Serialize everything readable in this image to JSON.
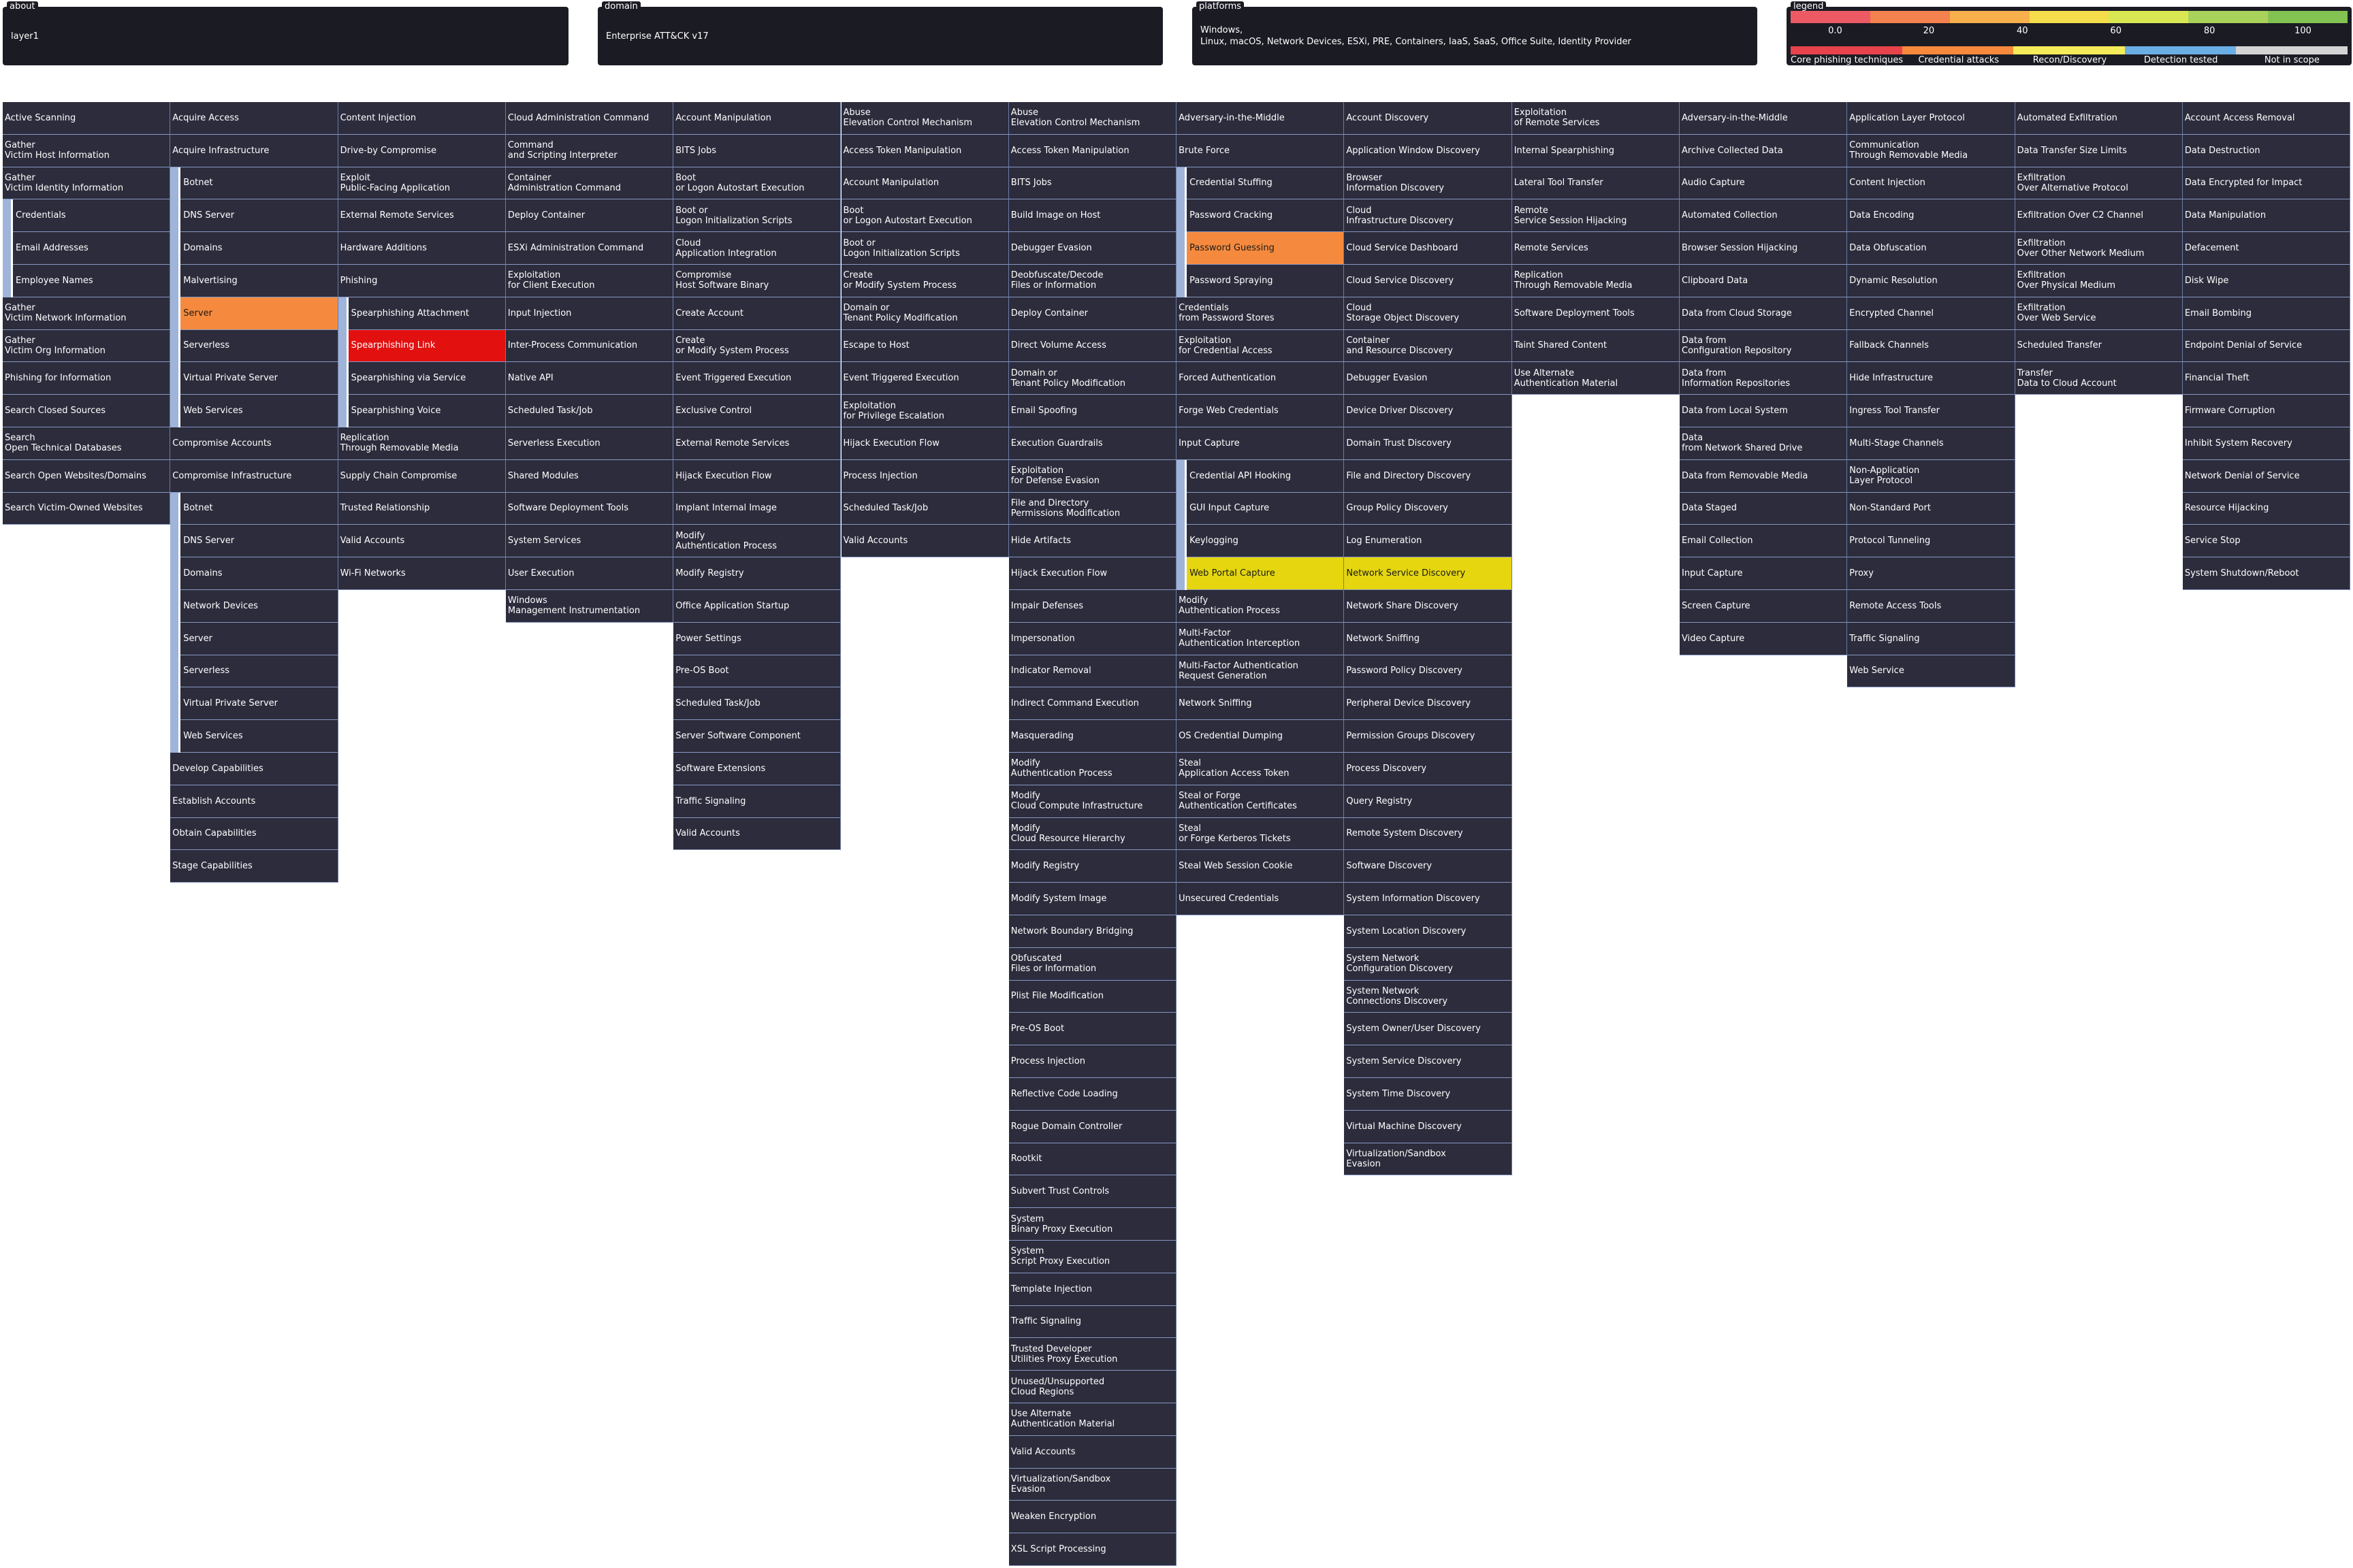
{
  "about": {
    "tag": "about",
    "value": "layer1"
  },
  "domain": {
    "tag": "domain",
    "value": "Enterprise ATT&CK v17"
  },
  "platforms": {
    "tag": "platforms",
    "value": "Windows,\nLinux, macOS, Network Devices, ESXi, PRE, Containers, IaaS, SaaS, Office Suite, Identity Provider"
  },
  "legend": {
    "tag": "legend",
    "gradient_colors": [
      "#ee5a64",
      "#f3824e",
      "#f7b04c",
      "#f5dd4c",
      "#d9e852",
      "#a9d25a",
      "#83c351"
    ],
    "ticks": [
      "0.0",
      "20",
      "40",
      "60",
      "80",
      "100"
    ],
    "items": [
      {
        "label": "Core phishing techniques",
        "color": "#e8434b"
      },
      {
        "label": "Credential attacks",
        "color": "#f6893c"
      },
      {
        "label": "Recon/Discovery",
        "color": "#f4ec58"
      },
      {
        "label": "Detection tested",
        "color": "#6aaee6"
      },
      {
        "label": "Not in scope",
        "color": "#d4d4d4"
      }
    ]
  },
  "colors": {
    "cell_default": "#2c2c3c",
    "orange": "#f58a3e",
    "red": "#e31010",
    "yellow": "#e5d60f",
    "sub_bar": "#9fb4d8"
  },
  "matrix": [
    {
      "cells": [
        {
          "t": "Active Scanning"
        },
        {
          "t": "Gather\nVictim Host Information"
        },
        {
          "t": "Gather\nVictim Identity Information",
          "bar": 3
        },
        {
          "t": "Credentials",
          "sub": true
        },
        {
          "t": "Email Addresses",
          "sub": true
        },
        {
          "t": "Employee Names",
          "sub": true
        },
        {
          "t": "Gather\nVictim Network Information"
        },
        {
          "t": "Gather\nVictim Org Information"
        },
        {
          "t": "Phishing for Information"
        },
        {
          "t": "Search Closed Sources"
        },
        {
          "t": "Search\nOpen Technical Databases"
        },
        {
          "t": "Search Open Websites/Domains"
        },
        {
          "t": "Search Victim-Owned Websites"
        }
      ]
    },
    {
      "cells": [
        {
          "t": "Acquire Access"
        },
        {
          "t": "Acquire Infrastructure",
          "bar": 8
        },
        {
          "t": "Botnet",
          "sub": true
        },
        {
          "t": "DNS Server",
          "sub": true
        },
        {
          "t": "Domains",
          "sub": true
        },
        {
          "t": "Malvertising",
          "sub": true
        },
        {
          "t": "Server",
          "sub": true,
          "color": "orange"
        },
        {
          "t": "Serverless",
          "sub": true
        },
        {
          "t": "Virtual Private Server",
          "sub": true
        },
        {
          "t": "Web Services",
          "sub": true
        },
        {
          "t": "Compromise Accounts"
        },
        {
          "t": "Compromise Infrastructure",
          "bar": 8
        },
        {
          "t": "Botnet",
          "sub": true
        },
        {
          "t": "DNS Server",
          "sub": true
        },
        {
          "t": "Domains",
          "sub": true
        },
        {
          "t": "Network Devices",
          "sub": true
        },
        {
          "t": "Server",
          "sub": true
        },
        {
          "t": "Serverless",
          "sub": true
        },
        {
          "t": "Virtual Private Server",
          "sub": true
        },
        {
          "t": "Web Services",
          "sub": true
        },
        {
          "t": "Develop Capabilities"
        },
        {
          "t": "Establish Accounts"
        },
        {
          "t": "Obtain Capabilities"
        },
        {
          "t": "Stage Capabilities"
        }
      ]
    },
    {
      "cells": [
        {
          "t": "Content Injection"
        },
        {
          "t": "Drive-by Compromise"
        },
        {
          "t": "Exploit\nPublic-Facing Application"
        },
        {
          "t": "External Remote Services"
        },
        {
          "t": "Hardware Additions"
        },
        {
          "t": "Phishing",
          "bar": 4
        },
        {
          "t": "Spearphishing Attachment",
          "sub": true
        },
        {
          "t": "Spearphishing Link",
          "sub": true,
          "color": "red"
        },
        {
          "t": "Spearphishing via Service",
          "sub": true
        },
        {
          "t": "Spearphishing Voice",
          "sub": true
        },
        {
          "t": "Replication\nThrough Removable Media"
        },
        {
          "t": "Supply Chain Compromise"
        },
        {
          "t": "Trusted Relationship"
        },
        {
          "t": "Valid Accounts"
        },
        {
          "t": "Wi-Fi Networks"
        }
      ]
    },
    {
      "cells": [
        {
          "t": "Cloud Administration Command"
        },
        {
          "t": "Command\nand Scripting Interpreter"
        },
        {
          "t": "Container\nAdministration Command"
        },
        {
          "t": "Deploy Container"
        },
        {
          "t": "ESXi Administration Command"
        },
        {
          "t": "Exploitation\nfor Client Execution"
        },
        {
          "t": "Input Injection"
        },
        {
          "t": "Inter-Process Communication"
        },
        {
          "t": "Native API"
        },
        {
          "t": "Scheduled Task/Job"
        },
        {
          "t": "Serverless Execution"
        },
        {
          "t": "Shared Modules"
        },
        {
          "t": "Software Deployment Tools"
        },
        {
          "t": "System Services"
        },
        {
          "t": "User Execution"
        },
        {
          "t": "Windows\nManagement Instrumentation"
        }
      ]
    },
    {
      "cells": [
        {
          "t": "Account Manipulation"
        },
        {
          "t": "BITS Jobs"
        },
        {
          "t": "Boot\nor Logon Autostart Execution"
        },
        {
          "t": "Boot or\nLogon Initialization Scripts"
        },
        {
          "t": "Cloud\nApplication Integration"
        },
        {
          "t": "Compromise\nHost Software Binary"
        },
        {
          "t": "Create Account"
        },
        {
          "t": "Create\nor Modify System Process"
        },
        {
          "t": "Event Triggered Execution"
        },
        {
          "t": "Exclusive Control"
        },
        {
          "t": "External Remote Services"
        },
        {
          "t": "Hijack Execution Flow"
        },
        {
          "t": "Implant Internal Image"
        },
        {
          "t": "Modify\nAuthentication Process"
        },
        {
          "t": "Modify Registry"
        },
        {
          "t": "Office Application Startup"
        },
        {
          "t": "Power Settings"
        },
        {
          "t": "Pre-OS Boot"
        },
        {
          "t": "Scheduled Task/Job"
        },
        {
          "t": "Server Software Component"
        },
        {
          "t": "Software Extensions"
        },
        {
          "t": "Traffic Signaling"
        },
        {
          "t": "Valid Accounts"
        }
      ]
    },
    {
      "cells": [
        {
          "t": "Abuse\nElevation Control Mechanism"
        },
        {
          "t": "Access Token Manipulation"
        },
        {
          "t": "Account Manipulation"
        },
        {
          "t": "Boot\nor Logon Autostart Execution"
        },
        {
          "t": "Boot or\nLogon Initialization Scripts"
        },
        {
          "t": "Create\nor Modify System Process"
        },
        {
          "t": "Domain or\nTenant Policy Modification"
        },
        {
          "t": "Escape to Host"
        },
        {
          "t": "Event Triggered Execution"
        },
        {
          "t": "Exploitation\nfor Privilege Escalation"
        },
        {
          "t": "Hijack Execution Flow"
        },
        {
          "t": "Process Injection"
        },
        {
          "t": "Scheduled Task/Job"
        },
        {
          "t": "Valid Accounts"
        }
      ]
    },
    {
      "cells": [
        {
          "t": "Abuse\nElevation Control Mechanism"
        },
        {
          "t": "Access Token Manipulation"
        },
        {
          "t": "BITS Jobs"
        },
        {
          "t": "Build Image on Host"
        },
        {
          "t": "Debugger Evasion"
        },
        {
          "t": "Deobfuscate/Decode\nFiles or Information"
        },
        {
          "t": "Deploy Container"
        },
        {
          "t": "Direct Volume Access"
        },
        {
          "t": "Domain or\nTenant Policy Modification"
        },
        {
          "t": "Email Spoofing"
        },
        {
          "t": "Execution Guardrails"
        },
        {
          "t": "Exploitation\nfor Defense Evasion"
        },
        {
          "t": "File and Directory\nPermissions Modification"
        },
        {
          "t": "Hide Artifacts"
        },
        {
          "t": "Hijack Execution Flow"
        },
        {
          "t": "Impair Defenses"
        },
        {
          "t": "Impersonation"
        },
        {
          "t": "Indicator Removal"
        },
        {
          "t": "Indirect Command Execution"
        },
        {
          "t": "Masquerading"
        },
        {
          "t": "Modify\nAuthentication Process"
        },
        {
          "t": "Modify\nCloud Compute Infrastructure"
        },
        {
          "t": "Modify\nCloud Resource Hierarchy"
        },
        {
          "t": "Modify Registry"
        },
        {
          "t": "Modify System Image"
        },
        {
          "t": "Network Boundary Bridging"
        },
        {
          "t": "Obfuscated\nFiles or Information"
        },
        {
          "t": "Plist File Modification"
        },
        {
          "t": "Pre-OS Boot"
        },
        {
          "t": "Process Injection"
        },
        {
          "t": "Reflective Code Loading"
        },
        {
          "t": "Rogue Domain Controller"
        },
        {
          "t": "Rootkit"
        },
        {
          "t": "Subvert Trust Controls"
        },
        {
          "t": "System\nBinary Proxy Execution"
        },
        {
          "t": "System\nScript Proxy Execution"
        },
        {
          "t": "Template Injection"
        },
        {
          "t": "Traffic Signaling"
        },
        {
          "t": "Trusted Developer\nUtilities Proxy Execution"
        },
        {
          "t": "Unused/Unsupported\nCloud Regions"
        },
        {
          "t": "Use Alternate\nAuthentication Material"
        },
        {
          "t": "Valid Accounts"
        },
        {
          "t": "Virtualization/Sandbox\nEvasion"
        },
        {
          "t": "Weaken Encryption"
        },
        {
          "t": "XSL Script Processing"
        }
      ]
    },
    {
      "cells": [
        {
          "t": "Adversary-in-the-Middle"
        },
        {
          "t": "Brute Force",
          "bar": 4
        },
        {
          "t": "Credential Stuffing",
          "sub": true
        },
        {
          "t": "Password Cracking",
          "sub": true
        },
        {
          "t": "Password Guessing",
          "sub": true,
          "color": "orange"
        },
        {
          "t": "Password Spraying",
          "sub": true
        },
        {
          "t": "Credentials\nfrom Password Stores"
        },
        {
          "t": "Exploitation\nfor Credential Access"
        },
        {
          "t": "Forced Authentication"
        },
        {
          "t": "Forge Web Credentials"
        },
        {
          "t": "Input Capture",
          "bar": 4
        },
        {
          "t": "Credential API Hooking",
          "sub": true
        },
        {
          "t": "GUI Input Capture",
          "sub": true
        },
        {
          "t": "Keylogging",
          "sub": true
        },
        {
          "t": "Web Portal Capture",
          "sub": true,
          "color": "yellow"
        },
        {
          "t": "Modify\nAuthentication Process"
        },
        {
          "t": "Multi-Factor\nAuthentication Interception"
        },
        {
          "t": "Multi-Factor Authentication\nRequest Generation"
        },
        {
          "t": "Network Sniffing"
        },
        {
          "t": "OS Credential Dumping"
        },
        {
          "t": "Steal\nApplication Access Token"
        },
        {
          "t": "Steal or Forge\nAuthentication Certificates"
        },
        {
          "t": "Steal\nor Forge Kerberos Tickets"
        },
        {
          "t": "Steal Web Session Cookie"
        },
        {
          "t": "Unsecured Credentials"
        }
      ]
    },
    {
      "cells": [
        {
          "t": "Account Discovery"
        },
        {
          "t": "Application Window Discovery"
        },
        {
          "t": "Browser\nInformation Discovery"
        },
        {
          "t": "Cloud\nInfrastructure Discovery"
        },
        {
          "t": "Cloud Service Dashboard"
        },
        {
          "t": "Cloud Service Discovery"
        },
        {
          "t": "Cloud\nStorage Object Discovery"
        },
        {
          "t": "Container\nand Resource Discovery"
        },
        {
          "t": "Debugger Evasion"
        },
        {
          "t": "Device Driver Discovery"
        },
        {
          "t": "Domain Trust Discovery"
        },
        {
          "t": "File and Directory Discovery"
        },
        {
          "t": "Group Policy Discovery"
        },
        {
          "t": "Log Enumeration"
        },
        {
          "t": "Network Service Discovery",
          "color": "yellow"
        },
        {
          "t": "Network Share Discovery"
        },
        {
          "t": "Network Sniffing"
        },
        {
          "t": "Password Policy Discovery"
        },
        {
          "t": "Peripheral Device Discovery"
        },
        {
          "t": "Permission Groups Discovery"
        },
        {
          "t": "Process Discovery"
        },
        {
          "t": "Query Registry"
        },
        {
          "t": "Remote System Discovery"
        },
        {
          "t": "Software Discovery"
        },
        {
          "t": "System Information Discovery"
        },
        {
          "t": "System Location Discovery"
        },
        {
          "t": "System Network\nConfiguration Discovery"
        },
        {
          "t": "System Network\nConnections Discovery"
        },
        {
          "t": "System Owner/User Discovery"
        },
        {
          "t": "System Service Discovery"
        },
        {
          "t": "System Time Discovery"
        },
        {
          "t": "Virtual Machine Discovery"
        },
        {
          "t": "Virtualization/Sandbox\nEvasion"
        }
      ]
    },
    {
      "cells": [
        {
          "t": "Exploitation\nof Remote Services"
        },
        {
          "t": "Internal Spearphishing"
        },
        {
          "t": "Lateral Tool Transfer"
        },
        {
          "t": "Remote\nService Session Hijacking"
        },
        {
          "t": "Remote Services"
        },
        {
          "t": "Replication\nThrough Removable Media"
        },
        {
          "t": "Software Deployment Tools"
        },
        {
          "t": "Taint Shared Content"
        },
        {
          "t": "Use Alternate\nAuthentication Material"
        }
      ]
    },
    {
      "cells": [
        {
          "t": "Adversary-in-the-Middle"
        },
        {
          "t": "Archive Collected Data"
        },
        {
          "t": "Audio Capture"
        },
        {
          "t": "Automated Collection"
        },
        {
          "t": "Browser Session Hijacking"
        },
        {
          "t": "Clipboard Data"
        },
        {
          "t": "Data from Cloud Storage"
        },
        {
          "t": "Data from\nConfiguration Repository"
        },
        {
          "t": "Data from\nInformation Repositories"
        },
        {
          "t": "Data from Local System"
        },
        {
          "t": "Data\nfrom Network Shared Drive"
        },
        {
          "t": "Data from Removable Media"
        },
        {
          "t": "Data Staged"
        },
        {
          "t": "Email Collection"
        },
        {
          "t": "Input Capture"
        },
        {
          "t": "Screen Capture"
        },
        {
          "t": "Video Capture"
        }
      ]
    },
    {
      "cells": [
        {
          "t": "Application Layer Protocol"
        },
        {
          "t": "Communication\nThrough Removable Media"
        },
        {
          "t": "Content Injection"
        },
        {
          "t": "Data Encoding"
        },
        {
          "t": "Data Obfuscation"
        },
        {
          "t": "Dynamic Resolution"
        },
        {
          "t": "Encrypted Channel"
        },
        {
          "t": "Fallback Channels"
        },
        {
          "t": "Hide Infrastructure"
        },
        {
          "t": "Ingress Tool Transfer"
        },
        {
          "t": "Multi-Stage Channels"
        },
        {
          "t": "Non-Application\nLayer Protocol"
        },
        {
          "t": "Non-Standard Port"
        },
        {
          "t": "Protocol Tunneling"
        },
        {
          "t": "Proxy"
        },
        {
          "t": "Remote Access Tools"
        },
        {
          "t": "Traffic Signaling"
        },
        {
          "t": "Web Service"
        }
      ]
    },
    {
      "cells": [
        {
          "t": "Automated Exfiltration"
        },
        {
          "t": "Data Transfer Size Limits"
        },
        {
          "t": "Exfiltration\nOver Alternative Protocol"
        },
        {
          "t": "Exfiltration Over C2 Channel"
        },
        {
          "t": "Exfiltration\nOver Other Network Medium"
        },
        {
          "t": "Exfiltration\nOver Physical Medium"
        },
        {
          "t": "Exfiltration\nOver Web Service"
        },
        {
          "t": "Scheduled Transfer"
        },
        {
          "t": "Transfer\nData to Cloud Account"
        }
      ]
    },
    {
      "cells": [
        {
          "t": "Account Access Removal"
        },
        {
          "t": "Data Destruction"
        },
        {
          "t": "Data Encrypted for Impact"
        },
        {
          "t": "Data Manipulation"
        },
        {
          "t": "Defacement"
        },
        {
          "t": "Disk Wipe"
        },
        {
          "t": "Email Bombing"
        },
        {
          "t": "Endpoint Denial of Service"
        },
        {
          "t": "Financial Theft"
        },
        {
          "t": "Firmware Corruption"
        },
        {
          "t": "Inhibit System Recovery"
        },
        {
          "t": "Network Denial of Service"
        },
        {
          "t": "Resource Hijacking"
        },
        {
          "t": "Service Stop"
        },
        {
          "t": "System Shutdown/Reboot"
        }
      ]
    }
  ]
}
